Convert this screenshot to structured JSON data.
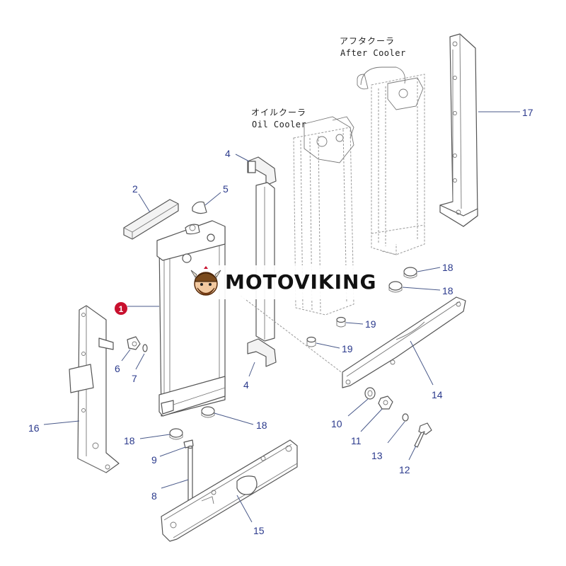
{
  "labels": {
    "after_cooler_jp": "アフタクーラ",
    "after_cooler_en": "After Cooler",
    "oil_cooler_jp": "オイルクーラ",
    "oil_cooler_en": "Oil Cooler"
  },
  "callouts": {
    "c1": "1",
    "c2": "2",
    "c4a": "4",
    "c4b": "4",
    "c5": "5",
    "c6": "6",
    "c7": "7",
    "c8": "8",
    "c9": "9",
    "c10": "10",
    "c11": "11",
    "c12": "12",
    "c13": "13",
    "c14": "14",
    "c15": "15",
    "c16": "16",
    "c17": "17",
    "c18a": "18",
    "c18b": "18",
    "c18c": "18",
    "c18d": "18",
    "c19a": "19",
    "c19b": "19"
  },
  "watermark": {
    "brand": "MOTOVIKING",
    "logo_icon": "viking-mascot-icon"
  },
  "colors": {
    "callout_text": "#2b3a8c",
    "highlight_callout": "#c8102e",
    "line_art": "#555555"
  }
}
